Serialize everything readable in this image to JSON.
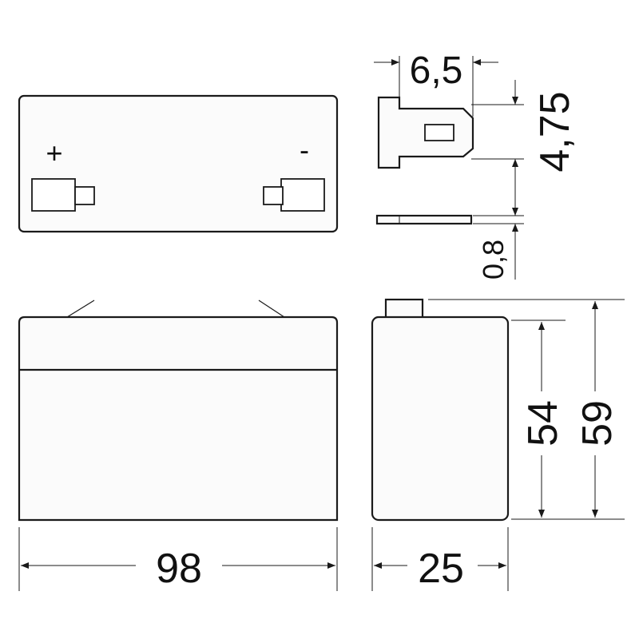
{
  "drawing": {
    "top_view": {
      "positive_label": "+",
      "negative_label": "-"
    },
    "dimensions": {
      "length": "98",
      "width": "25",
      "height_case": "54",
      "height_total": "59",
      "tab_width": "6,5",
      "tab_height": "4,75",
      "tab_thickness": "0,8"
    }
  }
}
